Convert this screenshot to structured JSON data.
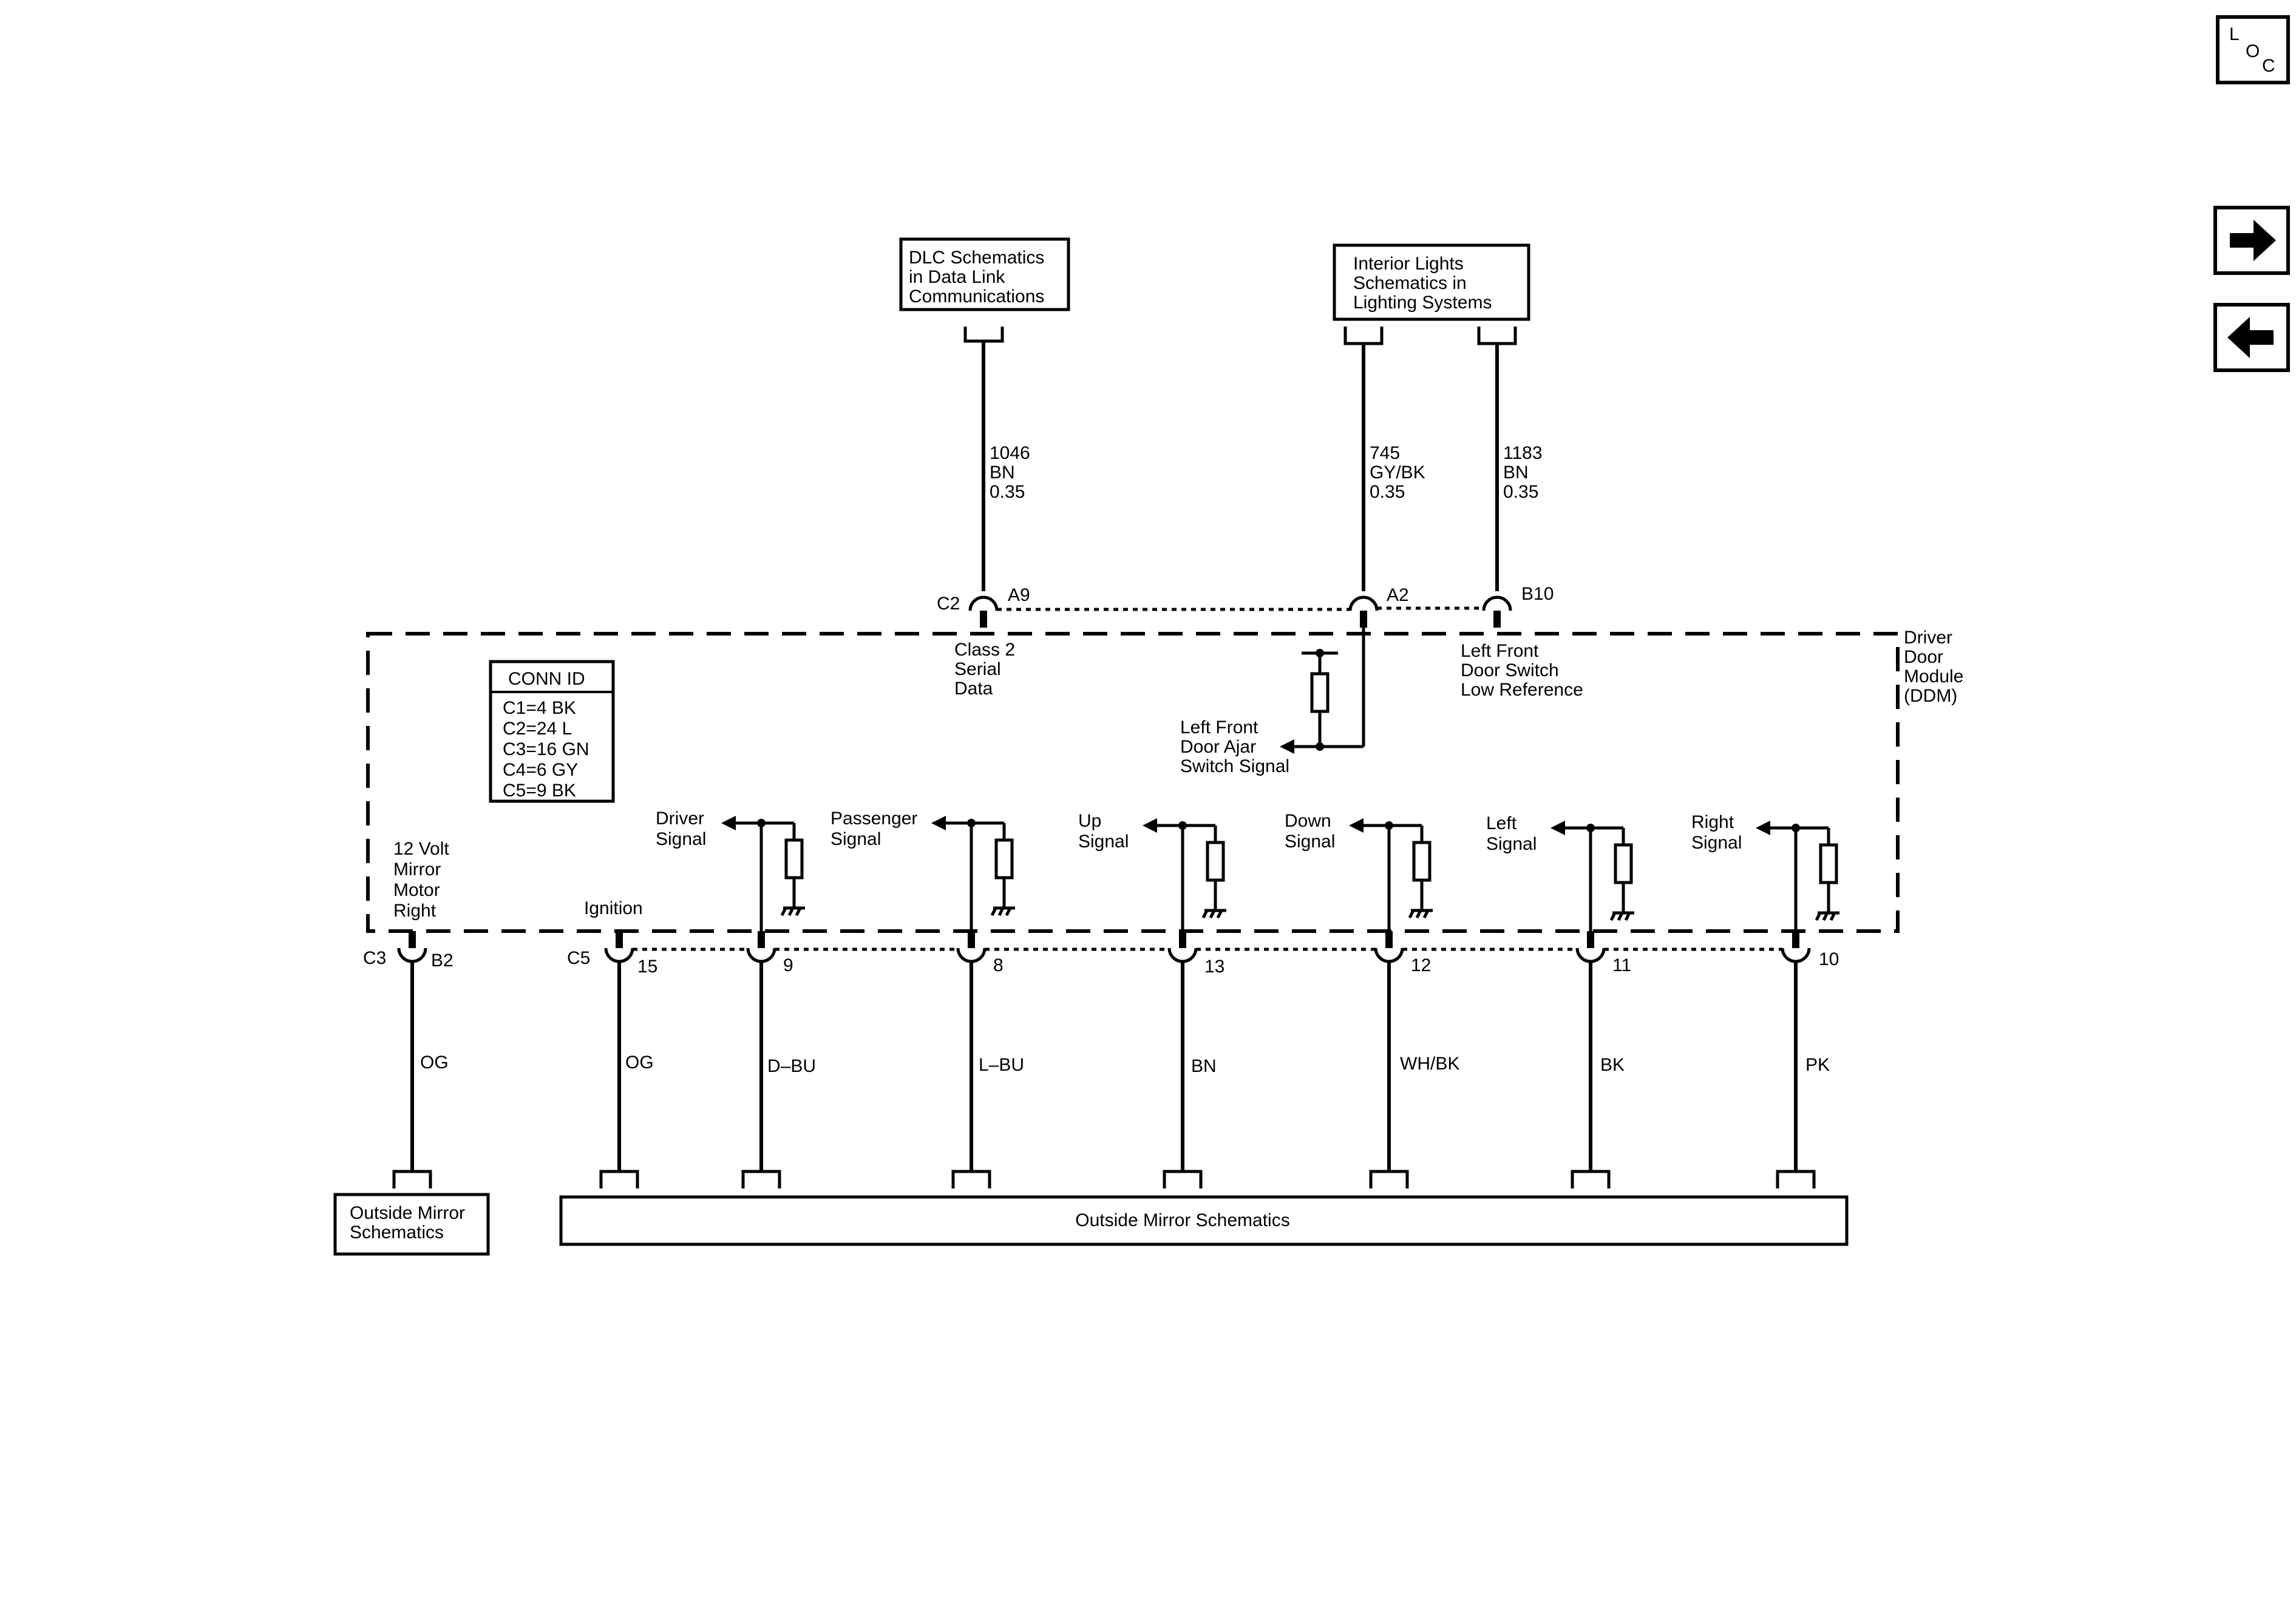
{
  "nav": {
    "loc": [
      "L",
      "O",
      "C"
    ]
  },
  "top_boxes": {
    "dlc": [
      "DLC Schematics",
      "in Data Link",
      "Communications"
    ],
    "interior": [
      "Interior Lights",
      "Schematics in",
      "Lighting Systems"
    ]
  },
  "top_wires": [
    {
      "circuit": "1046",
      "color": "BN",
      "gauge": "0.35"
    },
    {
      "circuit": "745",
      "color": "GY/BK",
      "gauge": "0.35"
    },
    {
      "circuit": "1183",
      "color": "BN",
      "gauge": "0.35"
    }
  ],
  "top_connectors": {
    "c2": "C2",
    "a9": "A9",
    "a2": "A2",
    "b10": "B10"
  },
  "module": {
    "name": [
      "Driver",
      "Door",
      "Module",
      "(DDM)"
    ],
    "class2": [
      "Class 2",
      "Serial",
      "Data"
    ],
    "door_switch": [
      "Left Front",
      "Door Switch",
      "Low Reference"
    ],
    "door_ajar": [
      "Left Front",
      "Door Ajar",
      "Switch Signal"
    ]
  },
  "conn_id": {
    "title": "CONN ID",
    "rows": [
      "C1=4 BK",
      "C2=24 L",
      "C3=16 GN",
      "C4=6 GY",
      "C5=9 BK"
    ]
  },
  "left_label": [
    "12 Volt",
    "Mirror",
    "Motor",
    "Right"
  ],
  "ignition": "Ignition",
  "signals": [
    [
      "Driver",
      "Signal"
    ],
    [
      "Passenger",
      "Signal"
    ],
    [
      "Up",
      "Signal"
    ],
    [
      "Down",
      "Signal"
    ],
    [
      "Left",
      "Signal"
    ],
    [
      "Right",
      "Signal"
    ]
  ],
  "bottom_connectors": {
    "c3": "C3",
    "b2": "B2",
    "c5": "C5"
  },
  "bottom_pins": [
    "15",
    "9",
    "8",
    "13",
    "12",
    "11",
    "10"
  ],
  "bottom_wire_colors": [
    "OG",
    "OG",
    "D–BU",
    "L–BU",
    "BN",
    "WH/BK",
    "BK",
    "PK"
  ],
  "bottom_boxes": {
    "left": [
      "Outside Mirror",
      "Schematics"
    ],
    "right": "Outside Mirror Schematics"
  }
}
